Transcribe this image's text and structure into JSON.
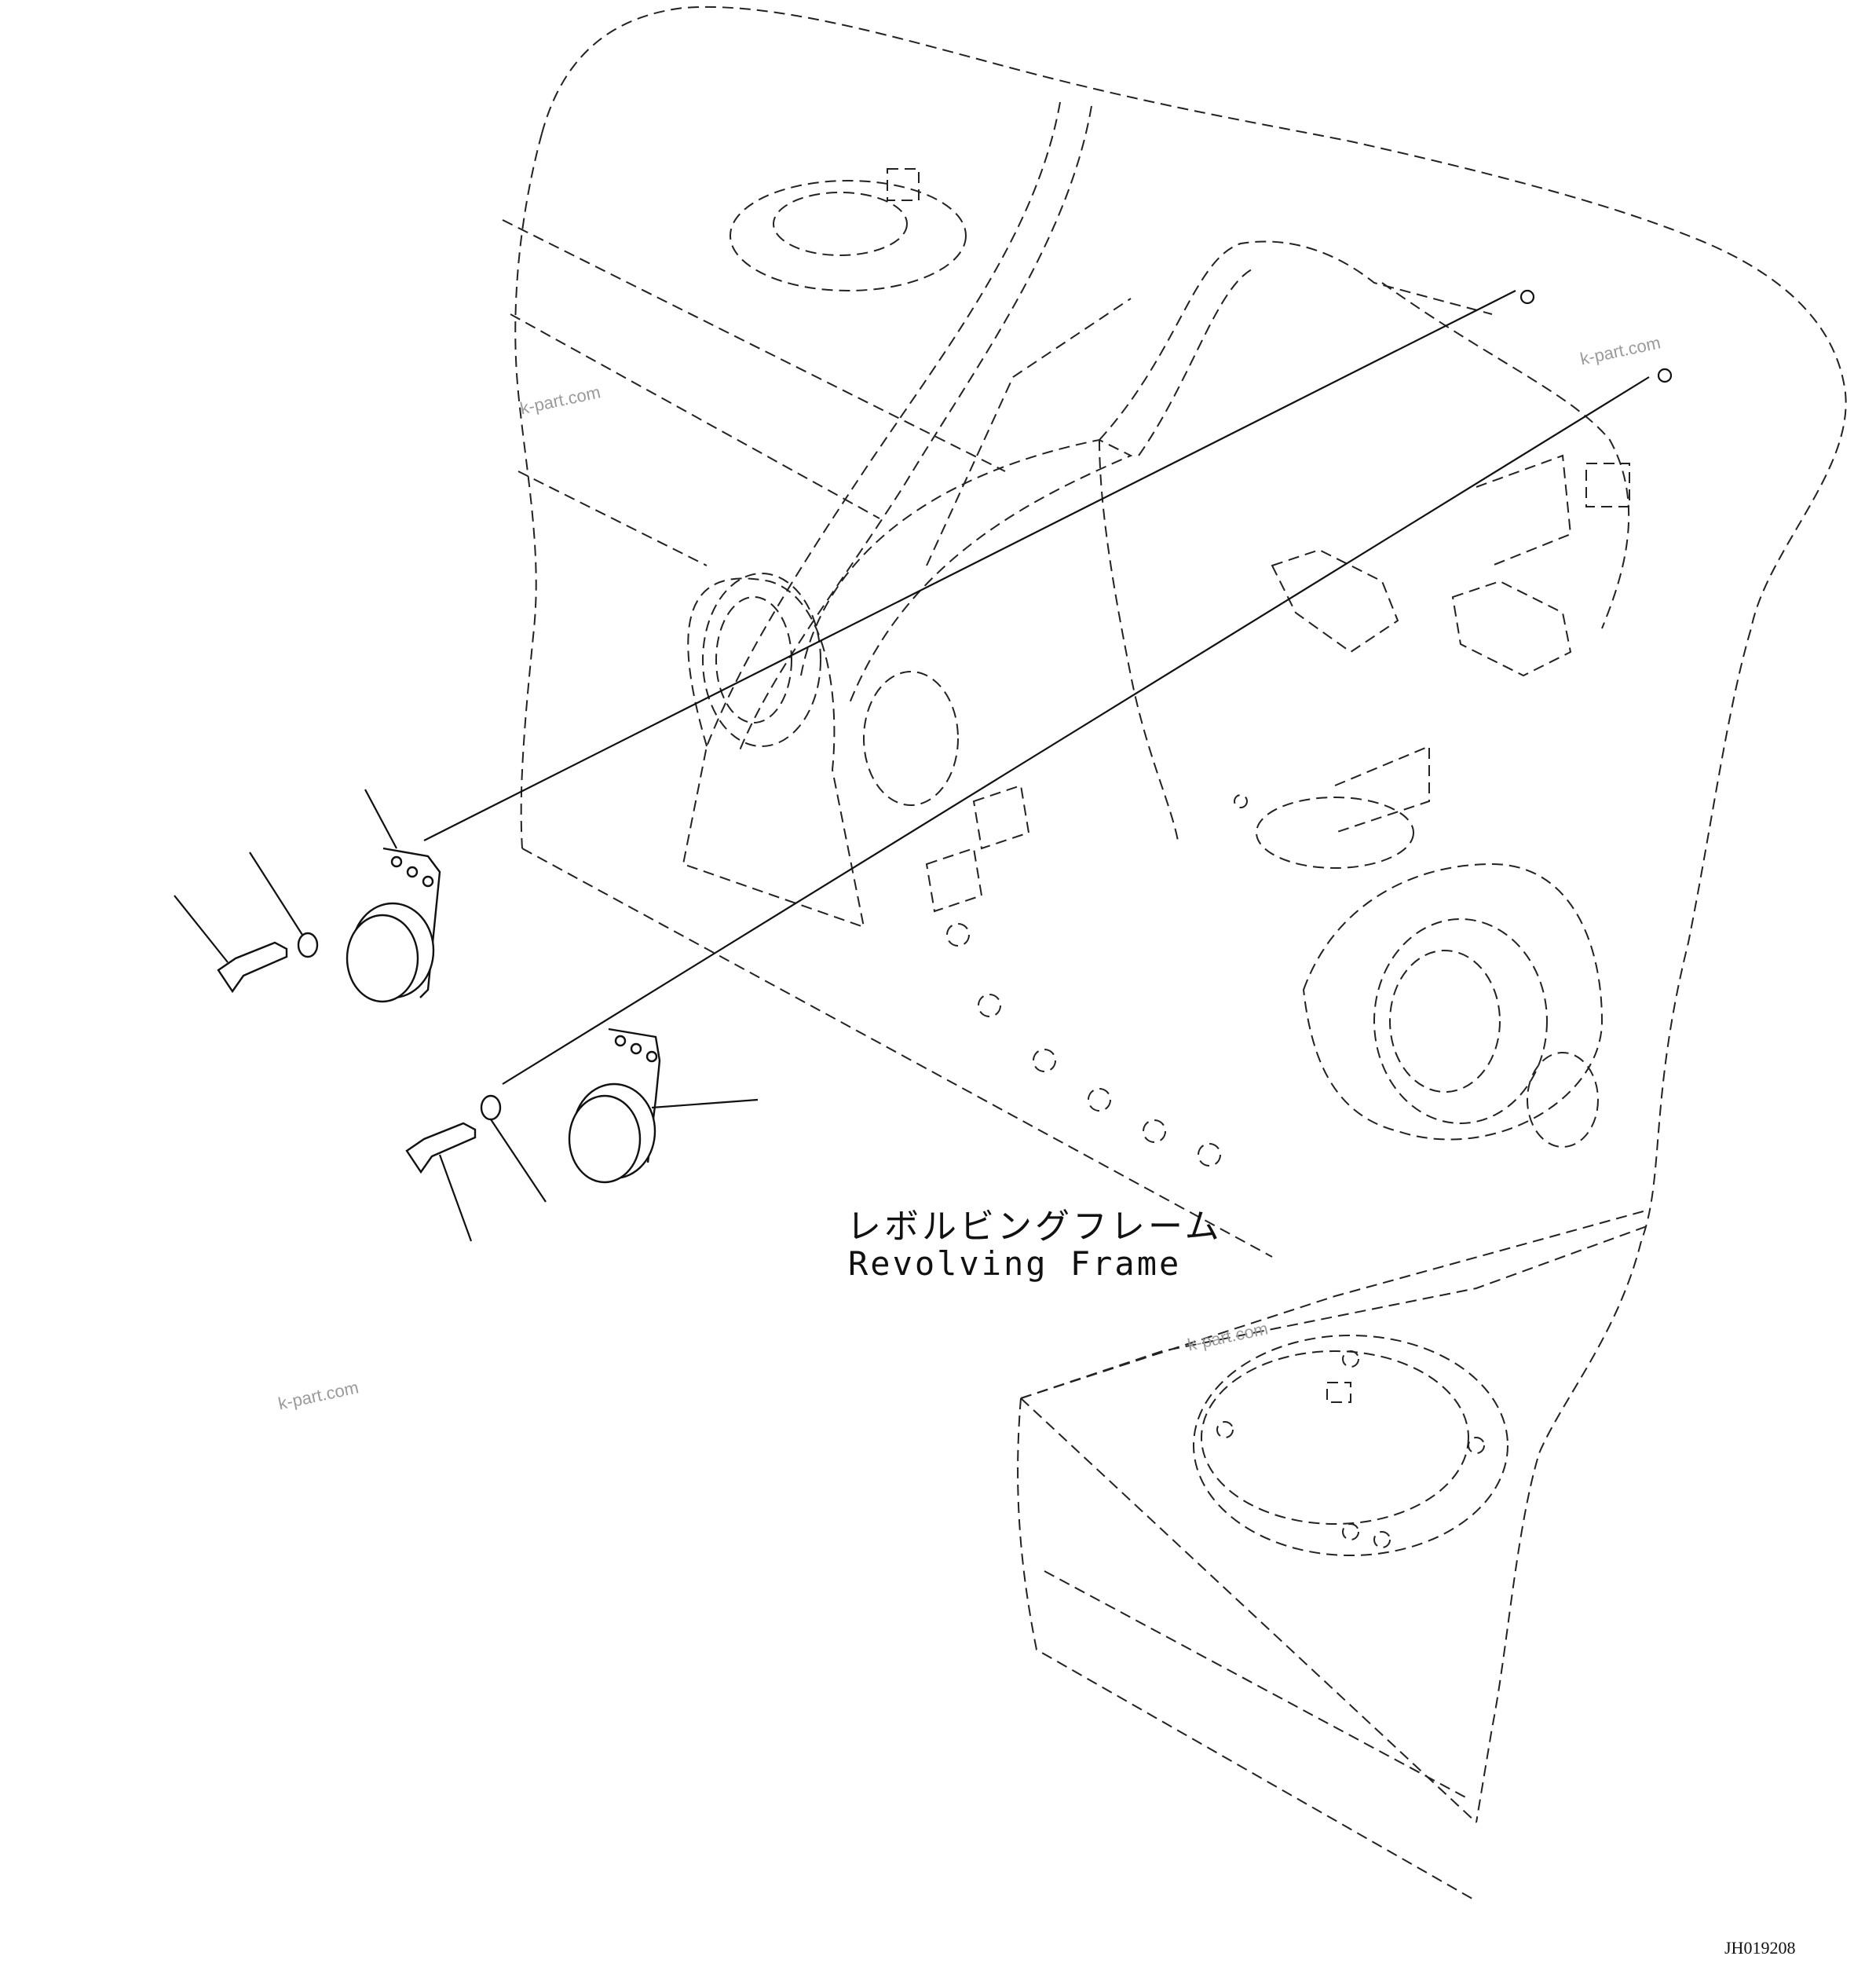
{
  "frame_label": {
    "japanese": "レボルビングフレーム",
    "english": "Revolving Frame"
  },
  "watermarks": [
    "k-part.com",
    "k-part.com",
    "k-part.com",
    "k-part.com"
  ],
  "drawing_code": "JH019208",
  "colors": {
    "line": "#111111",
    "watermark": "#9a9a9a",
    "background": "#ffffff"
  }
}
